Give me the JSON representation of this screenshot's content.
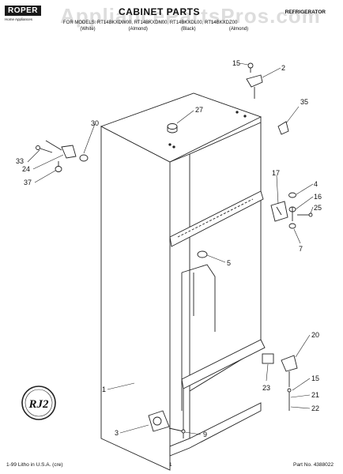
{
  "header": {
    "brand": "ROPER",
    "brand_subtitle": "Home Appliances",
    "title": "CABINET PARTS",
    "category": "REFRIGERATOR",
    "models_line": "FOR MODELS: RT14BKXDW00, RT14BKXDN00, RT14BKXDL00, RT14BKXDZ00",
    "model_colors": [
      "(White)",
      "(Almond)",
      "(Black)",
      "(Almond)"
    ]
  },
  "watermark": "AppliancePartsPros.com",
  "callouts": [
    "15",
    "2",
    "27",
    "35",
    "30",
    "33",
    "24",
    "37",
    "17",
    "4",
    "16",
    "25",
    "7",
    "5",
    "20",
    "15",
    "21",
    "22",
    "23",
    "1",
    "3",
    "9"
  ],
  "badge_text": "RJ2",
  "footer": {
    "left": "1-99 Litho in U.S.A. (cre)",
    "page": "1",
    "part_no": "Part No. 4388022"
  }
}
